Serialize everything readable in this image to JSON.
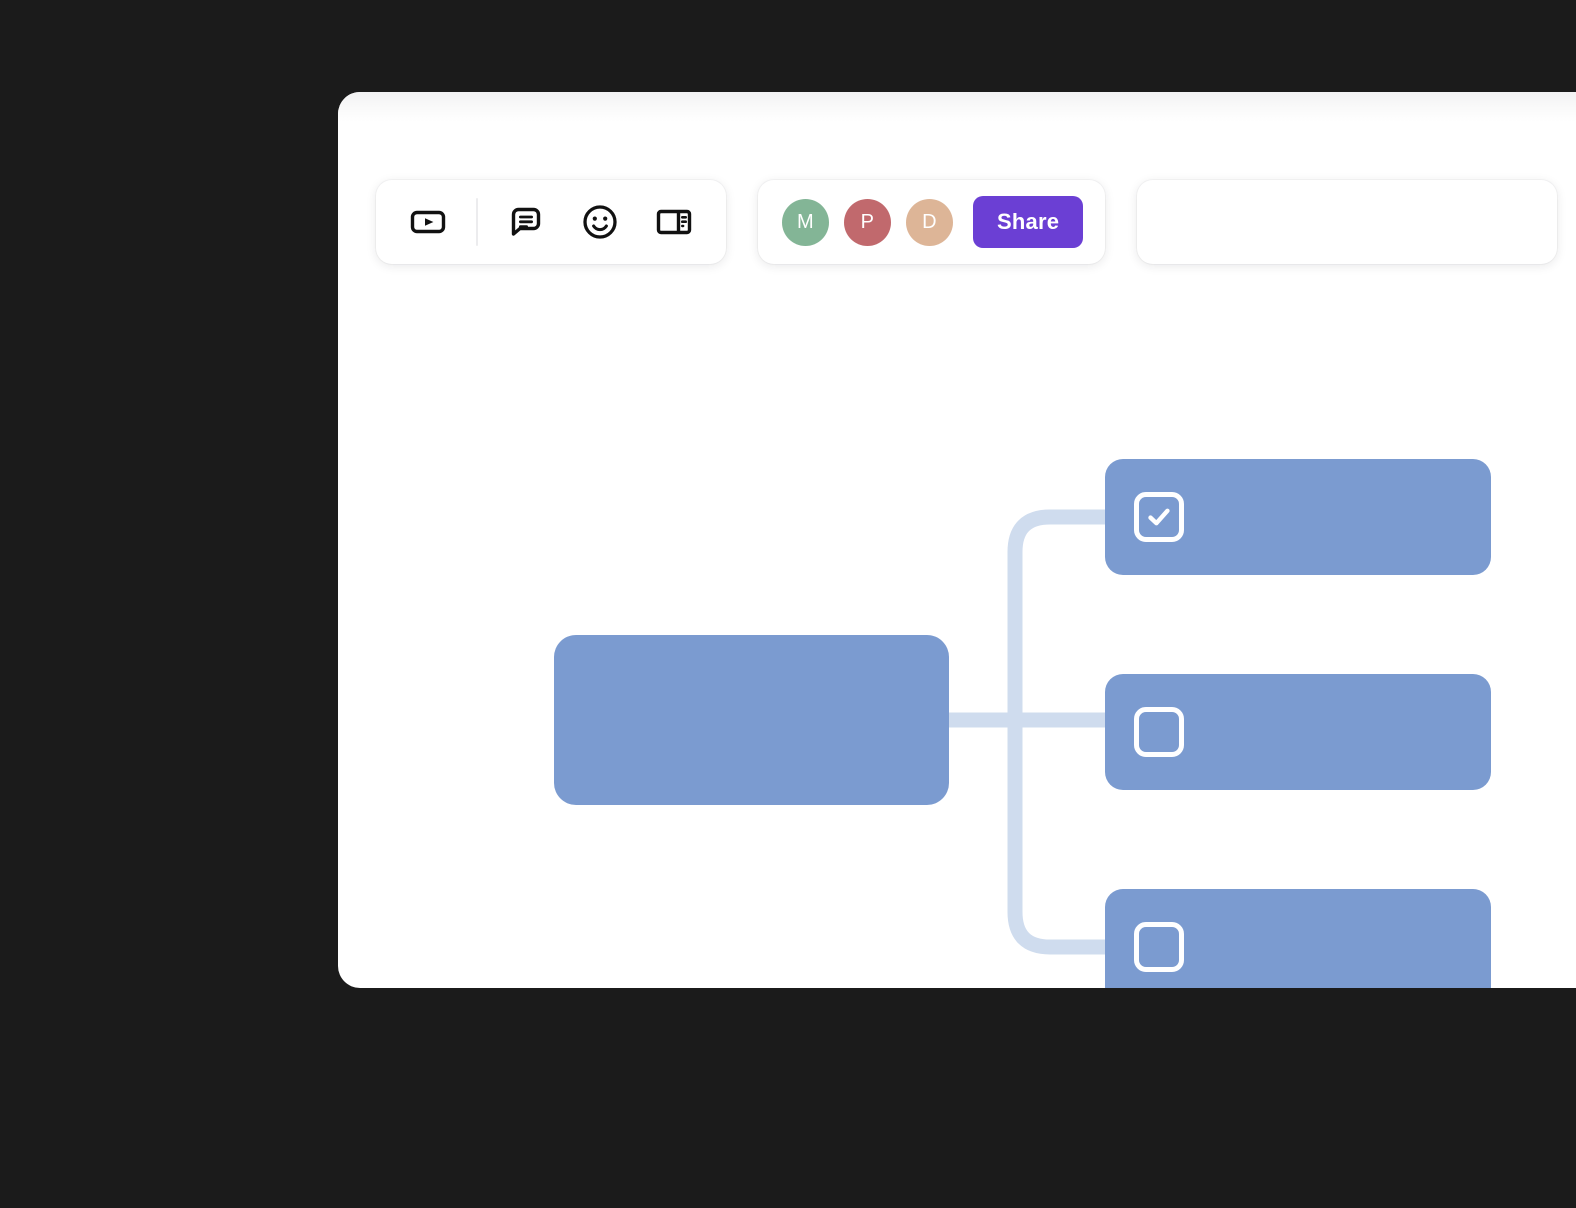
{
  "window": {
    "background": "#ffffff",
    "page_background": "#1b1b1b"
  },
  "toolbar": {
    "tools": [
      {
        "name": "video-icon",
        "label": "Video"
      },
      {
        "name": "comment-icon",
        "label": "Comment"
      },
      {
        "name": "emoji-icon",
        "label": "Emoji"
      },
      {
        "name": "panel-icon",
        "label": "Side panel"
      }
    ],
    "divider_after_index": 0,
    "people": {
      "avatars": [
        {
          "initial": "M",
          "color": "#83b596"
        },
        {
          "initial": "P",
          "color": "#c1696d"
        },
        {
          "initial": "D",
          "color": "#ddb597"
        }
      ],
      "share_label": "Share",
      "share_color": "#6b3fd4"
    }
  },
  "mindmap": {
    "node_color": "#7b9bd0",
    "connector_color": "#cfdcee",
    "checkbox_color": "#ffffff",
    "root": {
      "label": "",
      "checkbox": false
    },
    "children": [
      {
        "label": "",
        "checkbox": true,
        "checked": true
      },
      {
        "label": "",
        "checkbox": true,
        "checked": false
      },
      {
        "label": "",
        "checkbox": true,
        "checked": false
      }
    ]
  }
}
